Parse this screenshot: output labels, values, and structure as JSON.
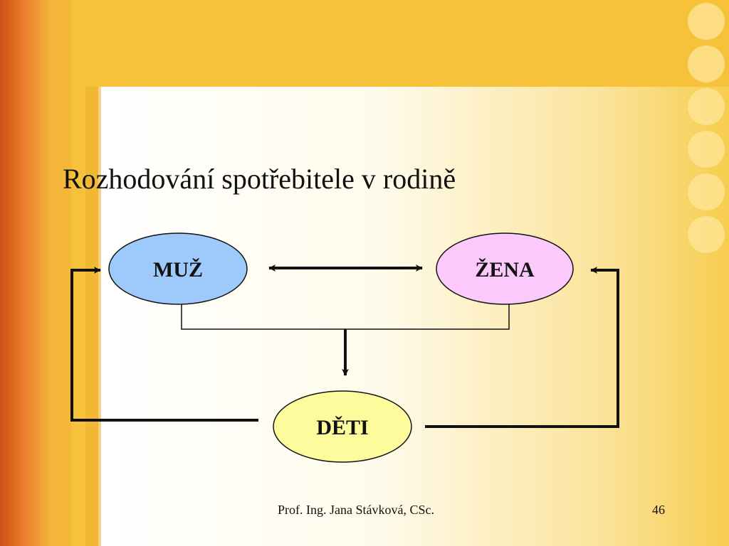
{
  "slide": {
    "title": "Rozhodování spotřebitele v rodině",
    "footer_author": "Prof. Ing. Jana Stávková, CSc.",
    "page_number": "46"
  },
  "diagram": {
    "nodes": {
      "muz": {
        "label": "MUŽ",
        "fill": "#9ec9fb"
      },
      "zena": {
        "label": "ŽENA",
        "fill": "#fcc9fc"
      },
      "deti": {
        "label": "DĚTI",
        "fill": "#fdfb9c"
      }
    },
    "edges": [
      {
        "from": "muz",
        "to": "zena",
        "direction": "both"
      },
      {
        "from": "muz+zena",
        "to": "deti",
        "direction": "forward"
      },
      {
        "from": "deti",
        "to": "muz",
        "direction": "forward"
      },
      {
        "from": "deti",
        "to": "zena",
        "direction": "forward"
      }
    ]
  },
  "theme": {
    "background": "#f6c23a",
    "panel": "#fffdf4",
    "line_color": "#111111"
  }
}
